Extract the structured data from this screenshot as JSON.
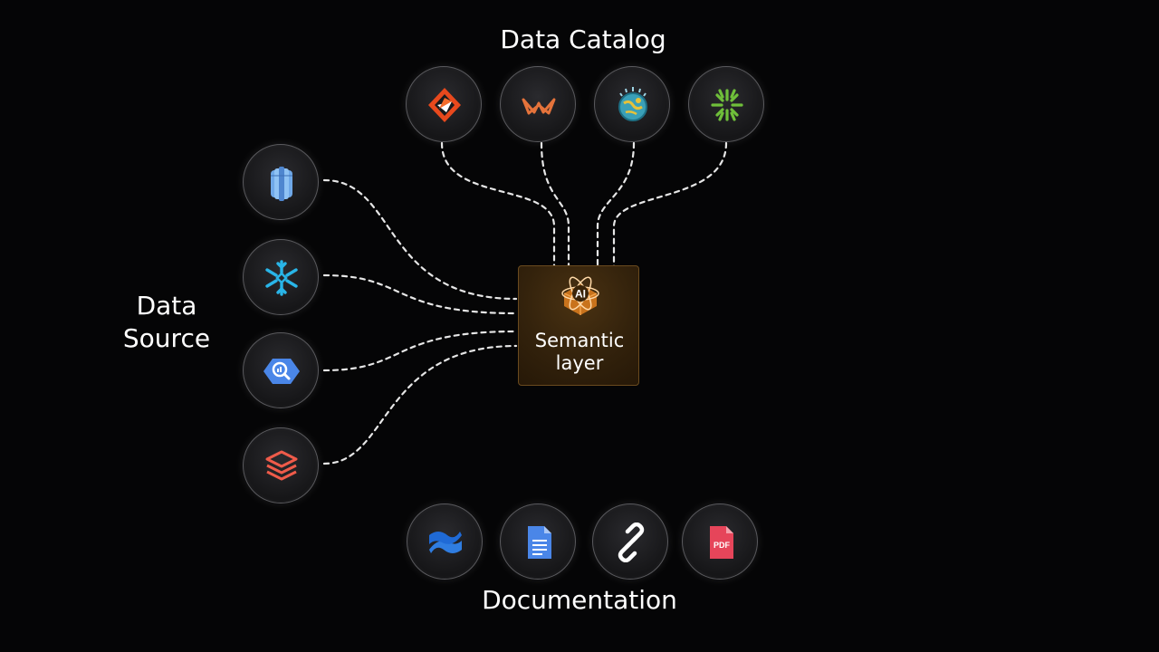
{
  "sections": {
    "catalog_title": "Data Catalog",
    "source_title": "Data Source",
    "docs_title": "Documentation"
  },
  "center": {
    "badge": "AI",
    "label": "Semantic\nlayer"
  },
  "catalog_icons": [
    "kensu-like-catalog-icon",
    "ribbon-catalog-icon",
    "ibm-globe-icon",
    "collibra-like-icon"
  ],
  "source_icons": [
    "redshift-database-icon",
    "snowflake-icon",
    "bigquery-icon",
    "databricks-layers-icon"
  ],
  "doc_icons": [
    "confluence-icon",
    "google-docs-icon",
    "chain-link-icon",
    "pdf-file-icon"
  ],
  "doc_badges": {
    "pdf": "PDF"
  },
  "colors": {
    "background": "#050506",
    "connector": "#e6e6e6",
    "center_box": "#33220c",
    "node_border": "#5a5a5e"
  }
}
